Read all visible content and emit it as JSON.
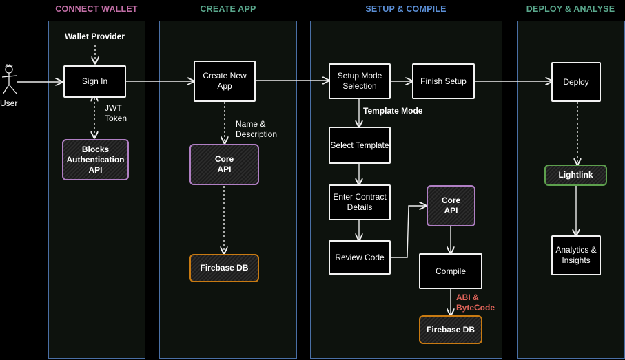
{
  "lanes": [
    {
      "title": "CONNECT WALLET",
      "color": "#c36fa7"
    },
    {
      "title": "CREATE APP",
      "color": "#5aa88d"
    },
    {
      "title": "SETUP & COMPILE",
      "color": "#5b8fd6"
    },
    {
      "title": "DEPLOY & ANALYSE",
      "color": "#5aa88d"
    }
  ],
  "actor": {
    "label": "User"
  },
  "connect_wallet": {
    "wallet_provider": "Wallet Provider",
    "sign_in": "Sign In",
    "jwt_token": "JWT\nToken",
    "blocks_auth_api": "Blocks\nAuthentication\nAPI"
  },
  "create_app": {
    "create_new_app": "Create New\nApp",
    "name_description": "Name &\nDescription",
    "core_api": "Core\nAPI",
    "firebase_db": "Firebase DB"
  },
  "setup_compile": {
    "setup_mode_selection": "Setup Mode\nSelection",
    "finish_setup": "Finish Setup",
    "template_mode": "Template Mode",
    "select_template": "Select Template",
    "enter_contract_details": "Enter Contract\nDetails",
    "review_code": "Review Code",
    "core_api": "Core\nAPI",
    "compile": "Compile",
    "abi_bytecode": "ABI &\nByteCode",
    "abi_bytecode_color": "#e0645a",
    "firebase_db": "Firebase DB"
  },
  "deploy_analyse": {
    "deploy": "Deploy",
    "lightlink": "Lightlink",
    "analytics_insights": "Analytics &\nInsights"
  }
}
